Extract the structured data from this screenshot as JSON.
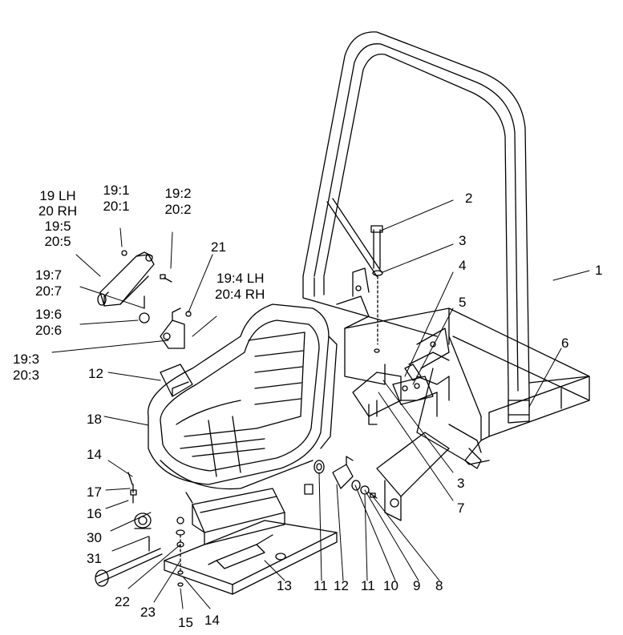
{
  "callouts": {
    "p1": "1",
    "p2": "2",
    "p3a": "3",
    "p3b": "3",
    "p4": "4",
    "p5": "5",
    "p6": "6",
    "p7": "7",
    "p8": "8",
    "p9": "9",
    "p10": "10",
    "p11a": "11",
    "p11b": "11",
    "p12a": "12",
    "p12b": "12",
    "p13": "13",
    "p14a": "14",
    "p14b": "14",
    "p15": "15",
    "p16": "16",
    "p17": "17",
    "p18": "18",
    "p21": "21",
    "p22": "22",
    "p23": "23",
    "p30": "30",
    "p31": "31",
    "lh_main": "19 LH",
    "rh_main": "20 RH",
    "s19_5": "19:5",
    "s20_5": "20:5",
    "s19_1": "19:1",
    "s20_1": "20:1",
    "s19_2": "19:2",
    "s20_2": "20:2",
    "s19_7": "19:7",
    "s20_7": "20:7",
    "s19_6": "19:6",
    "s20_6": "20:6",
    "s19_3": "19:3",
    "s20_3": "20:3",
    "s19_4": "19:4 LH",
    "s20_4": "20:4 RH"
  },
  "colors": {
    "ink": "#000000",
    "paper": "#ffffff"
  }
}
